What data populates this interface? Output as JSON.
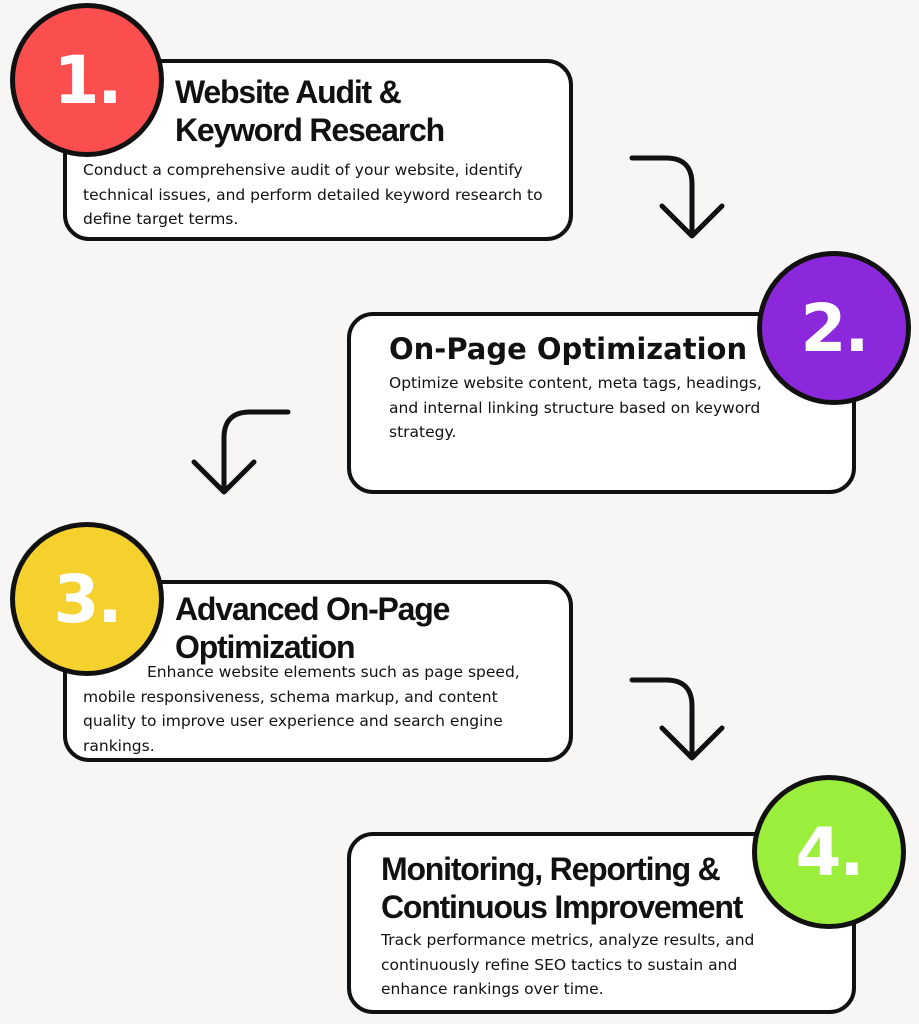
{
  "colors": {
    "background": "#f7f6f4",
    "step1": "#fb4f4f",
    "step2": "#8b28db",
    "step3": "#f5d12e",
    "step4": "#9bef3c"
  },
  "steps": [
    {
      "number": "1.",
      "title": "Website Audit & Keyword Research",
      "title_lines": [
        "Website Audit &",
        "Keyword Research"
      ],
      "description": "Conduct a comprehensive audit of your website, identify technical issues, and perform detailed keyword research to define target terms."
    },
    {
      "number": "2.",
      "title": "On-Page Optimization",
      "title_lines": [
        "On-Page Optimization"
      ],
      "description": "Optimize website content, meta tags, headings, and internal linking structure based on keyword strategy."
    },
    {
      "number": "3.",
      "title": "Advanced On-Page Optimization",
      "title_lines": [
        "Advanced On-Page",
        "Optimization"
      ],
      "description": "Enhance website elements such as page speed, mobile responsiveness, schema markup, and content quality to improve user experience and search engine rankings."
    },
    {
      "number": "4.",
      "title": "Monitoring, Reporting & Continuous Improvement",
      "title_lines": [
        "Monitoring, Reporting &",
        "Continuous Improvement"
      ],
      "description": "Track performance metrics, analyze results, and continuously refine SEO tactics to sustain and enhance rankings over time."
    }
  ],
  "connectors": [
    {
      "from": "1.",
      "to": "2.",
      "icon": "curved-arrow-down-right"
    },
    {
      "from": "2.",
      "to": "3.",
      "icon": "curved-arrow-down-left"
    },
    {
      "from": "3.",
      "to": "4.",
      "icon": "curved-arrow-down-right"
    }
  ]
}
